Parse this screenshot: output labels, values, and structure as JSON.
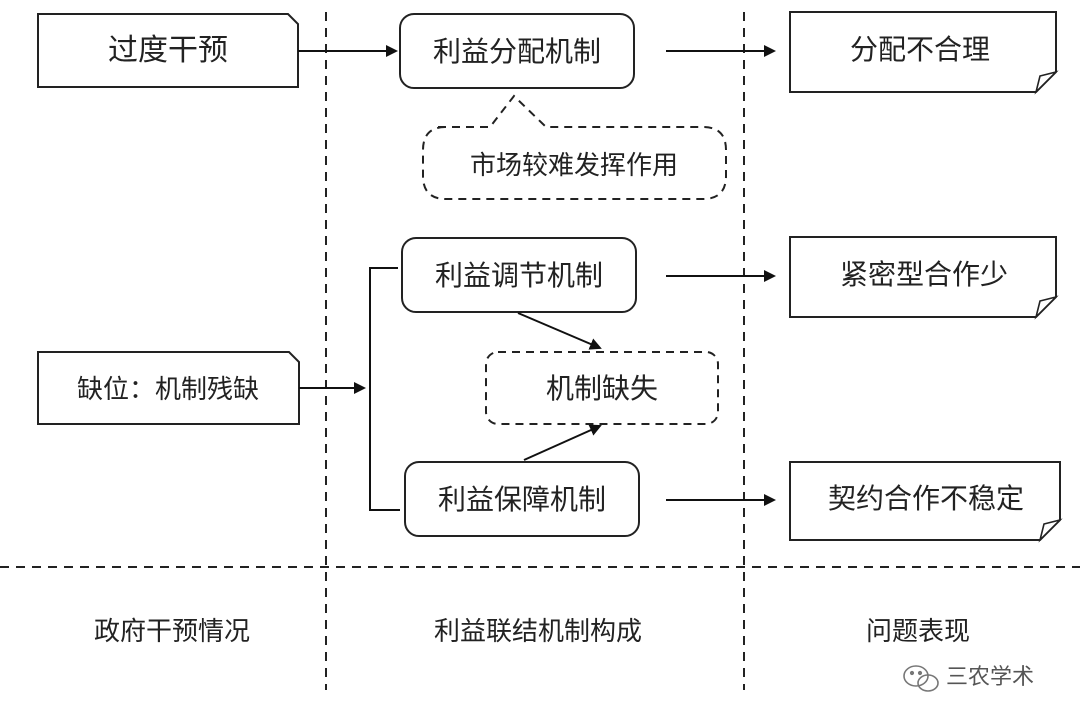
{
  "left_column": {
    "box_top": "过度干预",
    "box_bottom": "缺位：机制残缺"
  },
  "middle_column": {
    "box_distribution": "利益分配机制",
    "callout_market": "市场较难发挥作用",
    "box_regulation": "利益调节机制",
    "box_missing": "机制缺失",
    "box_guarantee": "利益保障机制"
  },
  "right_column": {
    "note_1": "分配不合理",
    "note_2": "紧密型合作少",
    "note_3": "契约合作不稳定"
  },
  "column_footers": {
    "left": "政府干预情况",
    "middle": "利益联结机制构成",
    "right": "问题表现"
  },
  "watermark": {
    "text": "三农学术",
    "icon": "wechat-icon"
  }
}
